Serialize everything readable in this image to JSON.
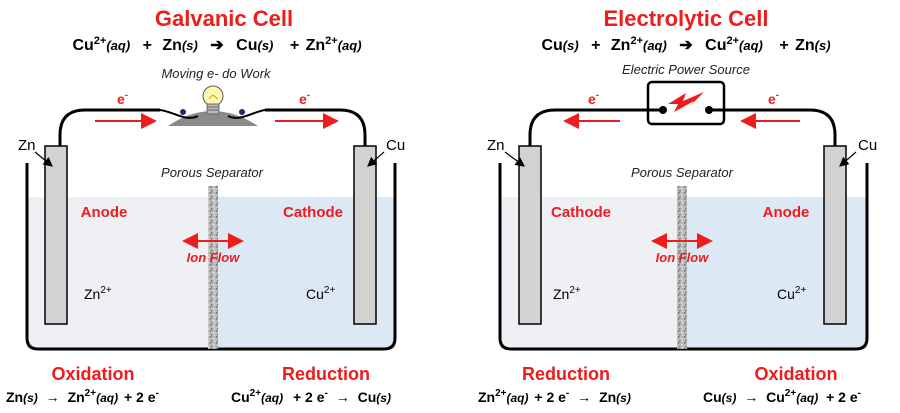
{
  "galvanic": {
    "title": "Galvanic Cell",
    "overall": {
      "r1": "Cu",
      "r1_sup": "2+",
      "r1_state": "(aq)",
      "plus1": "+",
      "r2": "Zn",
      "r2_state": "(s)",
      "arrow": "➔",
      "p1": "Cu",
      "p1_state": "(s)",
      "plus2": "+",
      "p2": "Zn",
      "p2_sup": "2+",
      "p2_state": "(aq)"
    },
    "work_label": "Moving e- do Work",
    "electron_left": "e",
    "electron_right": "e",
    "electron_sup": "-",
    "left_metal": "Zn",
    "right_metal": "Cu",
    "separator_label": "Porous Separator",
    "left_electrode_role": "Anode",
    "right_electrode_role": "Cathode",
    "ion_flow": "Ion Flow",
    "left_ion": "Zn",
    "left_ion_sup": "2+",
    "right_ion": "Cu",
    "right_ion_sup": "2+",
    "left_process": "Oxidation",
    "right_process": "Reduction",
    "left_half": {
      "a": "Zn",
      "a_state": "(s)",
      "arrow": "→",
      "b": "Zn",
      "b_sup": "2+",
      "b_state": "(aq)",
      "tail": "+ 2 e",
      "tail_sup": "-"
    },
    "right_half": {
      "a": "Cu",
      "a_sup": "2+",
      "a_state": "(aq)",
      "mid": "+  2 e",
      "mid_sup": "-",
      "arrow": "→",
      "b": "Cu",
      "b_state": "(s)"
    }
  },
  "electrolytic": {
    "title": "Electrolytic Cell",
    "overall": {
      "r1": "Cu",
      "r1_state": "(s)",
      "plus1": "+",
      "r2": "Zn",
      "r2_sup": "2+",
      "r2_state": "(aq)",
      "arrow": "➔",
      "p1": "Cu",
      "p1_sup": "2+",
      "p1_state": "(aq)",
      "plus2": "+",
      "p2": "Zn",
      "p2_state": "(s)"
    },
    "source_label": "Electric Power Source",
    "electron_left": "e",
    "electron_right": "e",
    "electron_sup": "-",
    "left_metal": "Zn",
    "right_metal": "Cu",
    "separator_label": "Porous Separator",
    "left_electrode_role": "Cathode",
    "right_electrode_role": "Anode",
    "ion_flow": "Ion Flow",
    "left_ion": "Zn",
    "left_ion_sup": "2+",
    "right_ion": "Cu",
    "right_ion_sup": "2+",
    "left_process": "Reduction",
    "right_process": "Oxidation",
    "left_half": {
      "a": "Zn",
      "a_sup": "2+",
      "a_state": "(aq)",
      "mid": "+ 2 e",
      "mid_sup": "-",
      "arrow": "→",
      "b": "Zn",
      "b_state": "(s)"
    },
    "right_half": {
      "a": "Cu",
      "a_state": "(s)",
      "arrow": "→",
      "b": "Cu",
      "b_sup": "2+",
      "b_state": "(aq)",
      "tail": "+  2 e",
      "tail_sup": "-"
    }
  },
  "colors": {
    "accent_red": "#ee1c1c",
    "electrolyte_left": "#eef0f3",
    "electrolyte_right": "#dce8f4",
    "electrode": "#d2d2d2",
    "separator": "#aaaaaa"
  }
}
